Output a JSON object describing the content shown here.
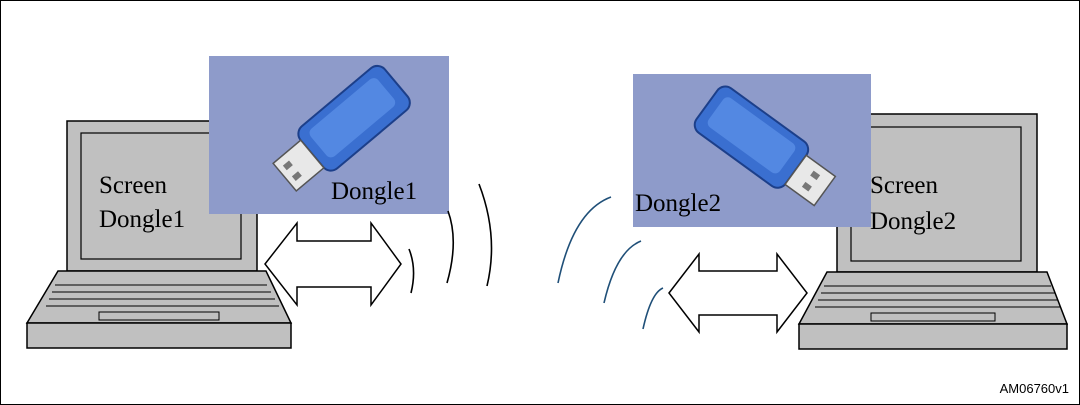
{
  "left": {
    "screen_line1": "Screen",
    "screen_line2": "Dongle1",
    "dongle_label": "Dongle1"
  },
  "right": {
    "screen_line1": "Screen",
    "screen_line2": "Dongle2",
    "dongle_label": "Dongle2"
  },
  "figure_ref": "AM06760v1",
  "colors": {
    "dongle_panel": "#8e9bca",
    "dongle_body": "#3a6fd0",
    "laptop_gray": "#c0c0c0",
    "wave": "#1f4f78"
  }
}
